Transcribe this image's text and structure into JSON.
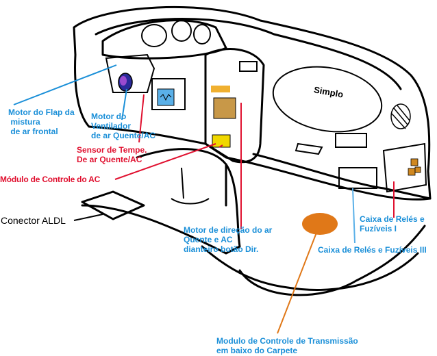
{
  "colors": {
    "blue": "#1a8fd8",
    "red": "#e0102f",
    "orange": "#e07818",
    "yellow": "#f0d800",
    "outline": "#000000"
  },
  "dashboard": {
    "brand_text": "Simplo"
  },
  "labels": {
    "flap_motor": "Motor do Flap da\n mistura\n de ar frontal",
    "fan_motor": "Motor do\nVentilador\nde ar Quente/AC",
    "temp_sensor": "Sensor de Tempe.\nDe ar Quente/AC",
    "ac_module": "Módulo de Controle do AC",
    "aldl_connector": "Conector ALDL",
    "direction_motor": "Motor de direção do ar\nQuente e AC\ndianteiro botão Dir.",
    "relay_box_1": "Caixa de Relés e\nFuzíveis I",
    "relay_box_3": "Caixa de Relés e Fuzíveis III",
    "transmission_module": "Modulo de Controle de Transmissão\nem baixo do Carpete"
  }
}
